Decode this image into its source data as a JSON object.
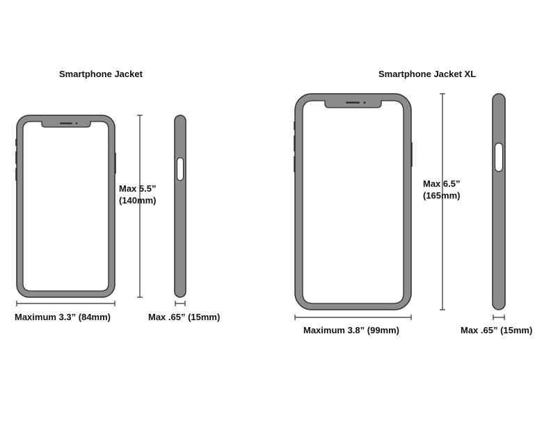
{
  "colors": {
    "outline": "#2b2b2b",
    "frame_fill": "#8c8c8c",
    "screen_fill": "#ffffff",
    "background": "#ffffff"
  },
  "devices": [
    {
      "title": "Smartphone Jacket",
      "height_line1": "Max 5.5”",
      "height_line2": "(140mm)",
      "width_label": "Maximum 3.3” (84mm)",
      "depth_label": "Max .65” (15mm)"
    },
    {
      "title": "Smartphone Jacket XL",
      "height_line1": "Max 6.5”",
      "height_line2": "(165mm)",
      "width_label": "Maximum 3.8” (99mm)",
      "depth_label": "Max .65” (15mm)"
    }
  ]
}
